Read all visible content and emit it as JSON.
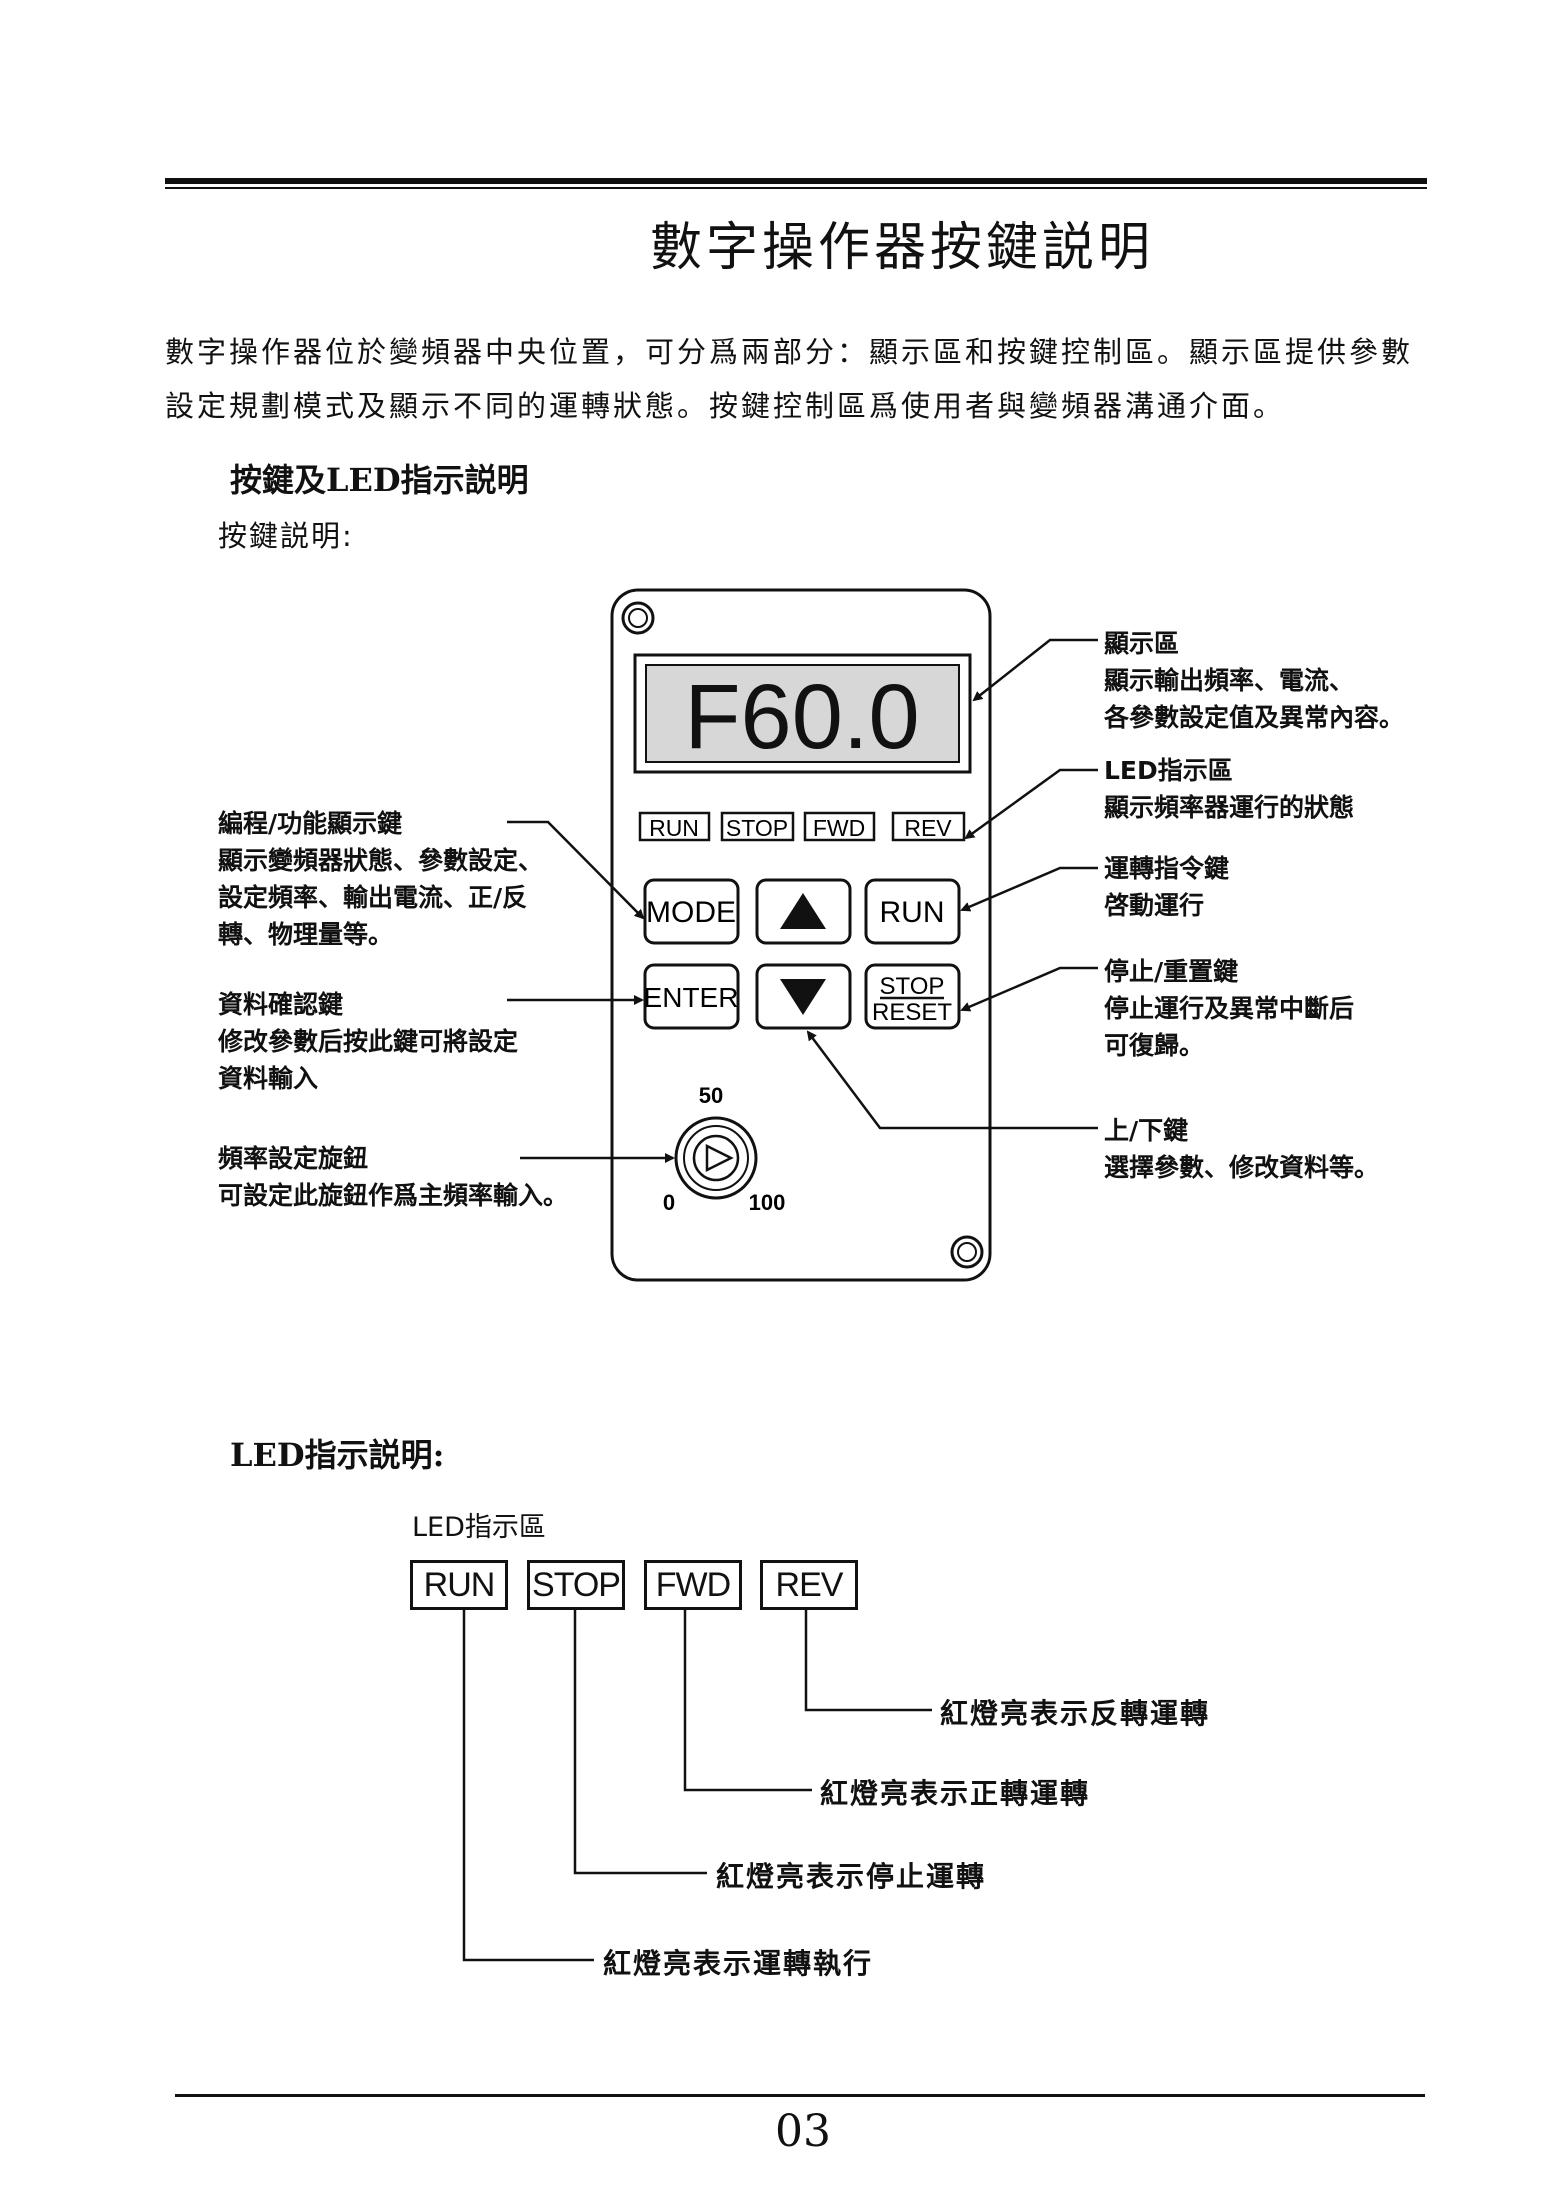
{
  "header": {
    "title": "數字操作器按鍵説明"
  },
  "intro": {
    "line1": "數字操作器位於變頻器中央位置，可分爲兩部分：顯示區和按鍵控制區。顯示區提供參數",
    "line2": "設定規劃模式及顯示不同的運轉狀態。按鍵控制區爲使用者與變頻器溝通介面。"
  },
  "section1": {
    "heading": "按鍵及LED指示説明",
    "subheading": "按鍵説明:"
  },
  "keypad": {
    "display": "F60.0",
    "indicators": [
      "RUN",
      "STOP",
      "FWD",
      "REV"
    ],
    "keys": {
      "mode": "MODE",
      "run": "RUN",
      "enter": "ENTER",
      "stop": "STOP",
      "reset": "RESET"
    },
    "knob": {
      "mid": "50",
      "min": "0",
      "max": "100"
    }
  },
  "annotations": {
    "display_area": {
      "title": "顯示區",
      "line1": "顯示輸出頻率、電流、",
      "line2": "各參數設定值及異常內容。"
    },
    "led_area": {
      "title": "LED指示區",
      "line1": "顯示頻率器運行的狀態"
    },
    "run_key": {
      "title": "運轉指令鍵",
      "line1": "啓動運行"
    },
    "stop_key": {
      "title": "停止/重置鍵",
      "line1": "停止運行及異常中斷后",
      "line2": "可復歸。"
    },
    "updown_key": {
      "title": "上/下鍵",
      "line1": "選擇參數、修改資料等。"
    },
    "mode_key": {
      "title": "編程/功能顯示鍵",
      "line1": "顯示變頻器狀態、參數設定、",
      "line2": "設定頻率、輸出電流、正/反",
      "line3": "轉、物理量等。"
    },
    "enter_key": {
      "title": "資料確認鍵",
      "line1": "修改參數后按此鍵可將設定",
      "line2": "資料輸入"
    },
    "knob": {
      "title": "頻率設定旋鈕",
      "line1": "可設定此旋鈕作爲主頻率輸入。"
    }
  },
  "section2": {
    "heading": "LED指示説明:",
    "zone_label": "LED指示區",
    "leds": [
      "RUN",
      "STOP",
      "FWD",
      "REV"
    ],
    "notes": {
      "rev": "紅燈亮表示反轉運轉",
      "fwd": "紅燈亮表示正轉運轉",
      "stop": "紅燈亮表示停止運轉",
      "run": "紅燈亮表示運轉執行"
    }
  },
  "footer": {
    "page_number": "03"
  }
}
